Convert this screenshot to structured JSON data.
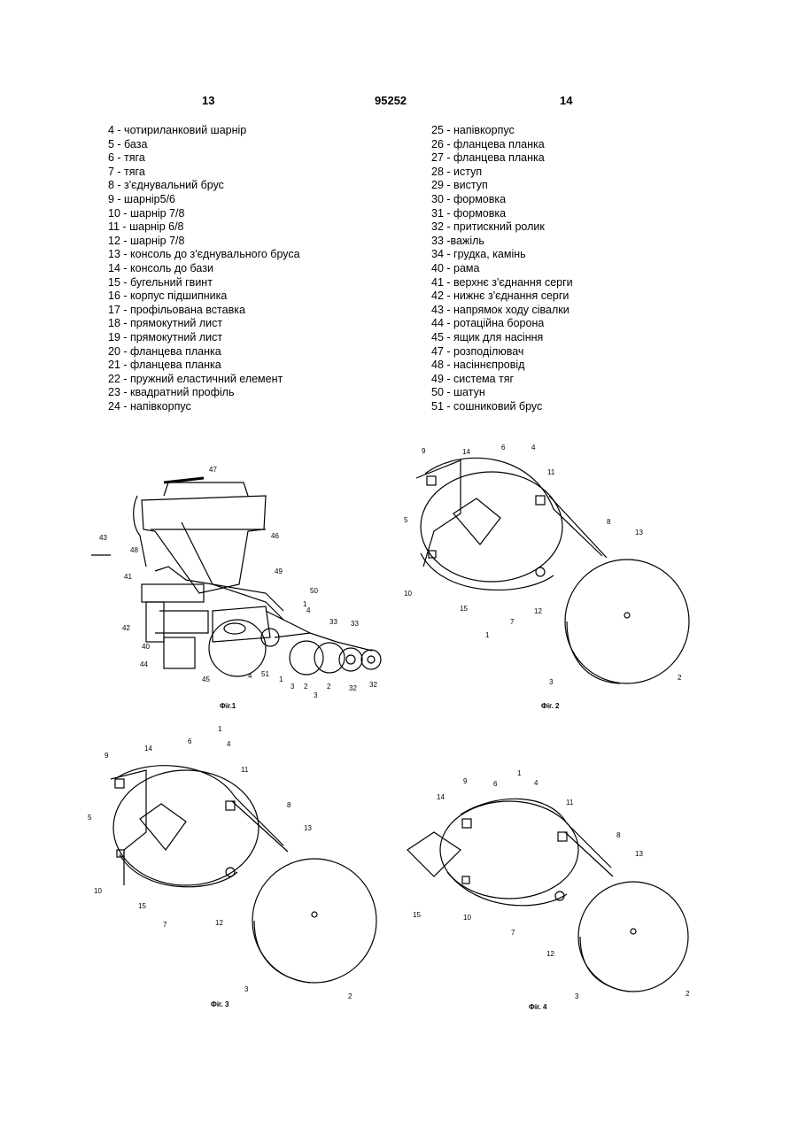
{
  "header": {
    "left_page": "13",
    "center_number": "95252",
    "right_page": "14"
  },
  "legend_left": [
    "4 - чотириланковий шарнір",
    "5 - база",
    "6 - тяга",
    "7 - тяга",
    "8 - з'єднувальний брус",
    "9 - шарнір5/6",
    "10 - шарнір 7/8",
    "11 - шарнір 6/8",
    "12 - шарнір 7/8",
    "13 - консоль до з'єднувального бруса",
    "14 - консоль до бази",
    "15 - бугельний гвинт",
    "16 - корпус підшипника",
    "17 - профільована вставка",
    "18 - прямокутний лист",
    "19 - прямокутний лист",
    "20 - фланцева планка",
    "21 - фланцева планка",
    "22 - пружний еластичний елемент",
    "23 - квадратний профіль",
    "24 - напівкорпус"
  ],
  "legend_right": [
    "25 - напівкорпус",
    "26 - фланцева планка",
    "27 - фланцева планка",
    "28 - иступ",
    "29 - виступ",
    "30 - формовка",
    "31 - формовка",
    "32 - притискний ролик",
    "33 -важіль",
    "34 - грудка, камінь",
    "40 - рама",
    "41 - верхнє з'єднання серги",
    "42 - нижнє з'єднання серги",
    "43 - напрямок ходу сівалки",
    "44 - ротаційна борона",
    "45 - ящик для насіння",
    "47 - розподілювач",
    "48 - насіннєпровід",
    "49 - система тяг",
    "50 - шатун",
    "51 - сошниковий брус"
  ],
  "figures": {
    "fig1": {
      "caption": "Фіг.1",
      "labels": [
        "47",
        "46",
        "48",
        "43",
        "49",
        "41",
        "50",
        "1",
        "4",
        "33",
        "33",
        "42",
        "40",
        "44",
        "45",
        "4",
        "51",
        "1",
        "3",
        "2",
        "3",
        "2",
        "32",
        "32"
      ]
    },
    "fig2": {
      "caption": "Фіг. 2",
      "labels": [
        "9",
        "14",
        "6",
        "4",
        "11",
        "5",
        "8",
        "13",
        "10",
        "15",
        "7",
        "12",
        "1",
        "3",
        "2"
      ]
    },
    "fig3": {
      "caption": "Фіг. 3",
      "labels": [
        "1",
        "6",
        "4",
        "9",
        "14",
        "11",
        "8",
        "5",
        "13",
        "10",
        "15",
        "7",
        "12",
        "3",
        "2"
      ]
    },
    "fig4": {
      "caption": "Фіг. 4",
      "labels": [
        "1",
        "9",
        "6",
        "4",
        "11",
        "14",
        "8",
        "13",
        "15",
        "10",
        "7",
        "12",
        "3",
        "2"
      ]
    }
  }
}
